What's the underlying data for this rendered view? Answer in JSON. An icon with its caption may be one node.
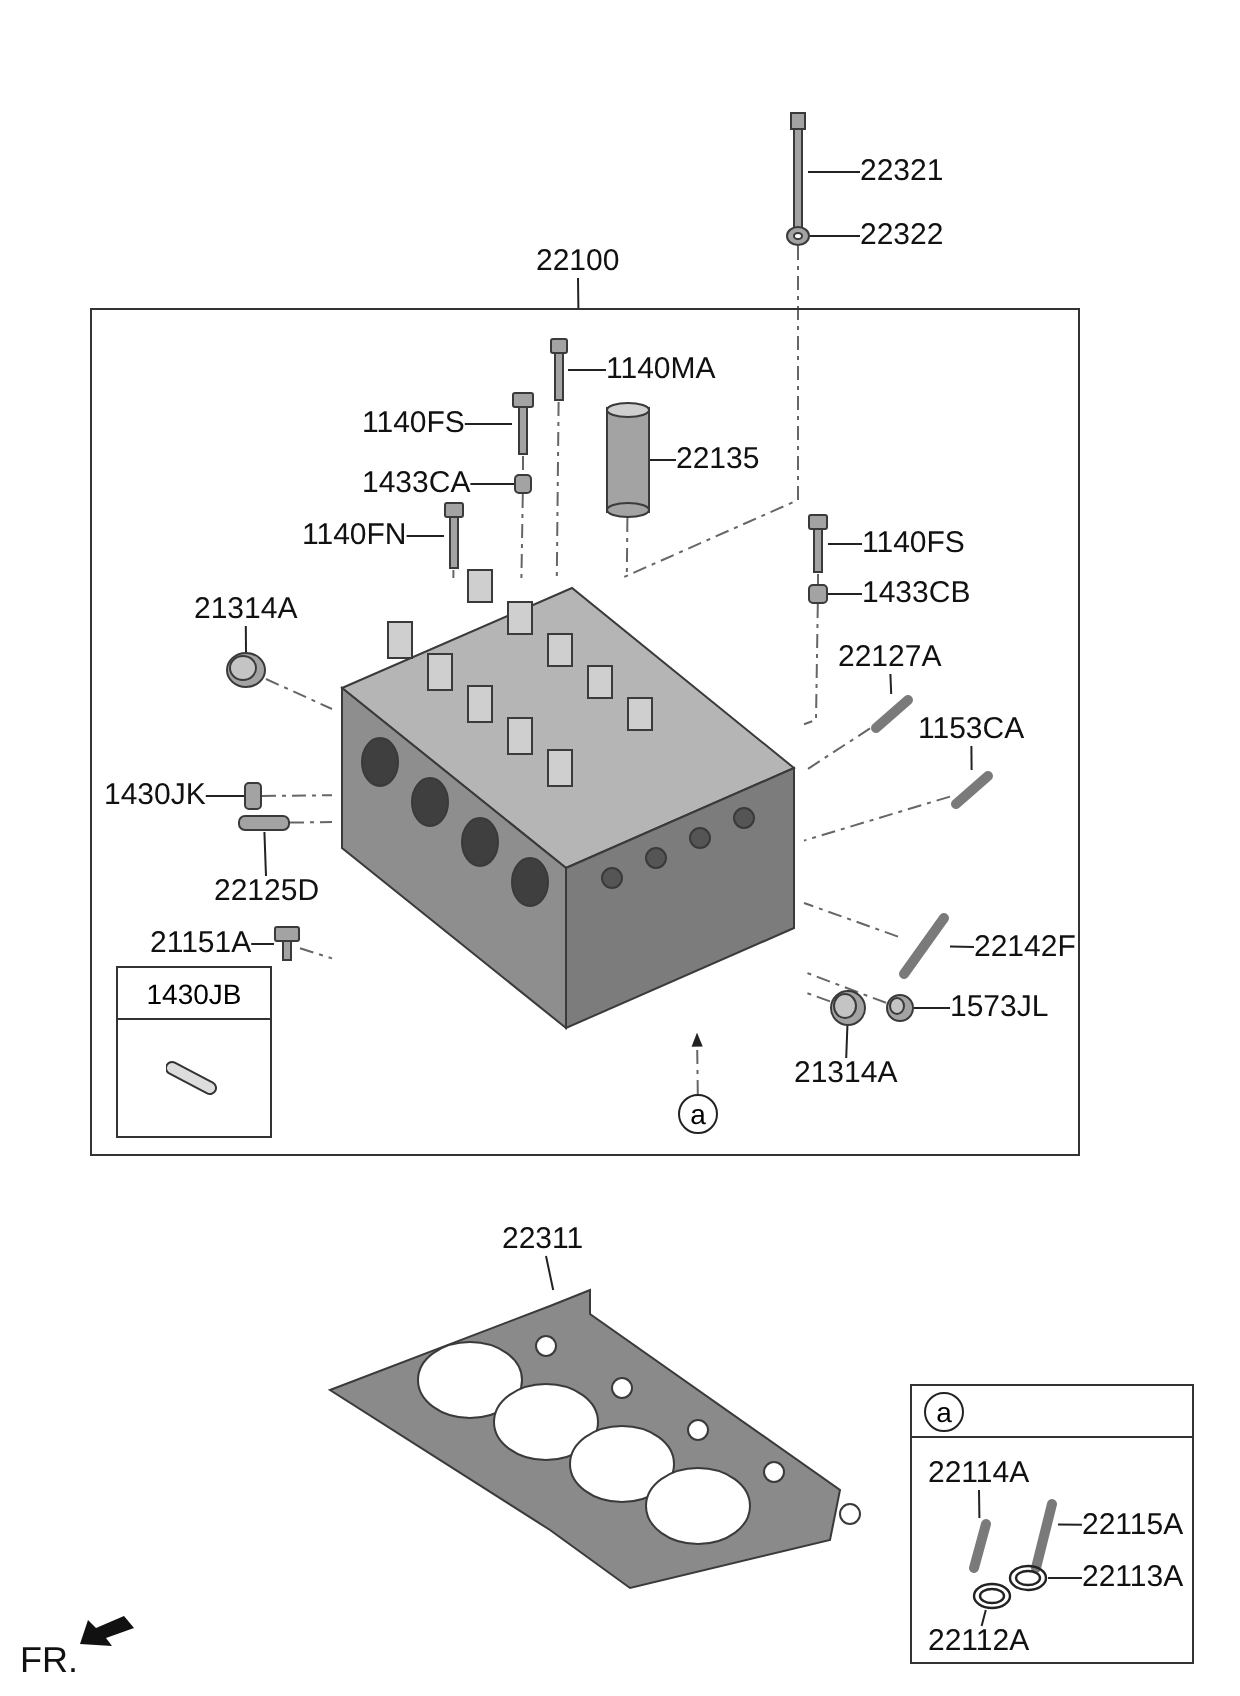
{
  "diagram": {
    "nodes": [
      {
        "text": [
          "22321"
        ]
      },
      {
        "text": [],
        "shape": "picture"
      },
      {
        "text": [
          "22322"
        ]
      },
      {
        "text": [],
        "shape": "picture"
      },
      {
        "text": [
          "22100"
        ]
      },
      {
        "text": [],
        "shape": "box"
      },
      {
        "text": [
          "1140MA"
        ],
        "in": 5
      },
      {
        "text": [],
        "shape": "picture",
        "in": 5
      },
      {
        "text": [
          "1140FS"
        ],
        "in": 5
      },
      {
        "text": [],
        "shape": "picture",
        "in": 5
      },
      {
        "text": [
          "1433CA"
        ],
        "in": 5
      },
      {
        "text": [],
        "shape": "cylinder",
        "in": 5
      },
      {
        "text": [
          "22135"
        ],
        "in": 5
      },
      {
        "text": [],
        "shape": "cylinder",
        "in": 5
      },
      {
        "text": [
          "1140FN"
        ],
        "in": 5
      },
      {
        "text": [],
        "shape": "picture",
        "in": 5
      },
      {
        "text": [
          "1140FS"
        ],
        "in": 5
      },
      {
        "text": [],
        "shape": "picture",
        "in": 5
      },
      {
        "text": [
          "1433CB"
        ],
        "in": 5
      },
      {
        "text": [],
        "shape": "cylinder",
        "in": 5
      },
      {
        "text": [
          "21314A"
        ],
        "in": 5
      },
      {
        "text": [],
        "shape": "picture",
        "in": 5
      },
      {
        "text": [
          "22127A"
        ],
        "in": 5
      },
      {
        "text": [],
        "shape": "picture",
        "in": 5
      },
      {
        "text": [
          "1153CA"
        ],
        "in": 5
      },
      {
        "text": [],
        "shape": "picture",
        "in": 5
      },
      {
        "text": [
          "1430JK"
        ],
        "in": 5
      },
      {
        "text": [],
        "shape": "cylinder",
        "in": 5
      },
      {
        "text": [],
        "shape": "picture",
        "in": 5
      },
      {
        "text": [
          "22125D"
        ],
        "in": 5
      },
      {
        "text": [],
        "shape": "cylinder",
        "in": 5
      },
      {
        "text": [
          "21151A"
        ],
        "in": 5
      },
      {
        "text": [],
        "shape": "picture",
        "in": 5
      },
      {
        "text": [
          "22142F"
        ],
        "in": 5
      },
      {
        "text": [],
        "shape": "picture",
        "in": 5
      },
      {
        "text": [
          "1573JL"
        ],
        "in": 5
      },
      {
        "text": [],
        "shape": "picture",
        "in": 5
      },
      {
        "text": [
          "21314A"
        ],
        "in": 5
      },
      {
        "text": [],
        "shape": "picture",
        "in": 5
      },
      {
        "text": [
          "a"
        ],
        "in": 5
      },
      {
        "text": [
          "1430JB"
        ],
        "in": 5
      },
      {
        "text": [
          "22311"
        ]
      },
      {
        "text": [],
        "shape": "picture"
      },
      {
        "text": [
          "a"
        ]
      },
      {
        "text": [
          "22114A"
        ],
        "in": 43
      },
      {
        "text": [],
        "shape": "picture",
        "in": 43
      },
      {
        "text": [
          "22115A"
        ],
        "in": 43
      },
      {
        "text": [],
        "shape": "picture",
        "in": 43
      },
      {
        "text": [
          "22113A"
        ],
        "in": 43
      },
      {
        "text": [],
        "shape": "picture",
        "in": 43
      },
      {
        "text": [
          "22112A"
        ],
        "in": 43
      },
      {
        "text": [],
        "shape": "picture",
        "in": 43
      }
    ],
    "edges": [
      {
        "from": 0,
        "to": 1,
        "arrow": "none"
      },
      {
        "from": 2,
        "to": 3,
        "arrow": "none"
      },
      {
        "from": 4,
        "to": 5,
        "arrow": "none"
      },
      {
        "from": 6,
        "to": 7,
        "arrow": "none"
      },
      {
        "from": 8,
        "to": 9,
        "arrow": "none"
      },
      {
        "from": 10,
        "to": 11,
        "arrow": "none"
      },
      {
        "from": 12,
        "to": 13,
        "arrow": "none"
      },
      {
        "from": 14,
        "to": 15,
        "arrow": "none"
      },
      {
        "from": 16,
        "to": 17,
        "arrow": "none"
      },
      {
        "from": 18,
        "to": 19,
        "arrow": "none"
      },
      {
        "from": 20,
        "to": 21,
        "arrow": "none"
      },
      {
        "from": 22,
        "to": 23,
        "arrow": "none"
      },
      {
        "from": 24,
        "to": 25,
        "arrow": "none"
      },
      {
        "from": 26,
        "to": 27,
        "arrow": "none"
      },
      {
        "from": 29,
        "to": 30,
        "arrow": "none"
      },
      {
        "from": 31,
        "to": 32,
        "arrow": "none"
      },
      {
        "from": 33,
        "to": 34,
        "arrow": "none"
      },
      {
        "from": 35,
        "to": 36,
        "arrow": "none"
      },
      {
        "from": 37,
        "to": 38,
        "arrow": "none"
      },
      {
        "from": 41,
        "to": 42,
        "arrow": "none"
      },
      {
        "from": 44,
        "to": 45,
        "arrow": "none"
      },
      {
        "from": 46,
        "to": 47,
        "arrow": "none"
      },
      {
        "from": 48,
        "to": 49,
        "arrow": "none"
      },
      {
        "from": 50,
        "to": 51,
        "arrow": "none"
      },
      {
        "from": 3,
        "to": 28,
        "arrow": "none",
        "style": "dashed"
      },
      {
        "from": 7,
        "to": 28,
        "arrow": "none",
        "style": "dashed"
      },
      {
        "from": 9,
        "to": 11,
        "arrow": "none",
        "style": "dashed"
      },
      {
        "from": 11,
        "to": 28,
        "arrow": "none",
        "style": "dashed"
      },
      {
        "from": 13,
        "to": 28,
        "arrow": "none",
        "style": "dashed"
      },
      {
        "from": 15,
        "to": 28,
        "arrow": "none",
        "style": "dashed"
      },
      {
        "from": 17,
        "to": 19,
        "arrow": "none",
        "style": "dashed"
      },
      {
        "from": 19,
        "to": 28,
        "arrow": "none",
        "style": "dashed"
      },
      {
        "from": 21,
        "to": 28,
        "arrow": "none",
        "style": "dashed"
      },
      {
        "from": 23,
        "to": 28,
        "arrow": "none",
        "style": "dashed"
      },
      {
        "from": 25,
        "to": 28,
        "arrow": "none",
        "style": "dashed"
      },
      {
        "from": 27,
        "to": 28,
        "arrow": "none",
        "style": "dashed"
      },
      {
        "from": 30,
        "to": 28,
        "arrow": "none",
        "style": "dashed"
      },
      {
        "from": 32,
        "to": 28,
        "arrow": "none",
        "style": "dashed"
      },
      {
        "from": 34,
        "to": 28,
        "arrow": "none",
        "style": "dashed"
      },
      {
        "from": 36,
        "to": 28,
        "arrow": "none",
        "style": "dashed"
      },
      {
        "from": 38,
        "to": 28,
        "arrow": "none",
        "style": "dashed"
      },
      {
        "from": 39,
        "to": 28,
        "arrow": "to",
        "style": "dashed"
      }
    ],
    "labels": [
      "FR."
    ]
  }
}
